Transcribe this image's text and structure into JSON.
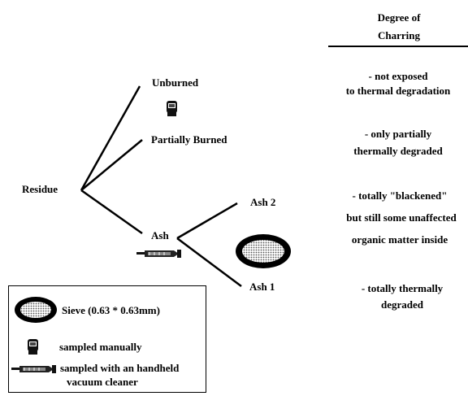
{
  "header": {
    "title_line1": "Degree of",
    "title_line2": "Charring"
  },
  "tree": {
    "root": "Residue",
    "unburned": "Unburned",
    "partially_burned": "Partially Burned",
    "ash": "Ash",
    "ash2": "Ash 2",
    "ash1": "Ash 1"
  },
  "descriptions": {
    "d1_line1": "- not exposed",
    "d1_line2": "to thermal degradation",
    "d2_line1": "- only partially",
    "d2_line2": "thermally degraded",
    "d3_line1": "- totally \"blackened\"",
    "d3_line2": "but still some unaffected",
    "d3_line3": "organic matter inside",
    "d4_line1": "- totally thermally",
    "d4_line2": "degraded"
  },
  "legend": {
    "sieve": "Sieve (0.63 * 0.63mm)",
    "manual": "sampled manually",
    "vacuum_line1": "sampled with an handheld",
    "vacuum_line2": "vacuum cleaner"
  },
  "icons": [
    "sieve-icon",
    "hand-icon",
    "vacuum-cleaner-icon"
  ]
}
